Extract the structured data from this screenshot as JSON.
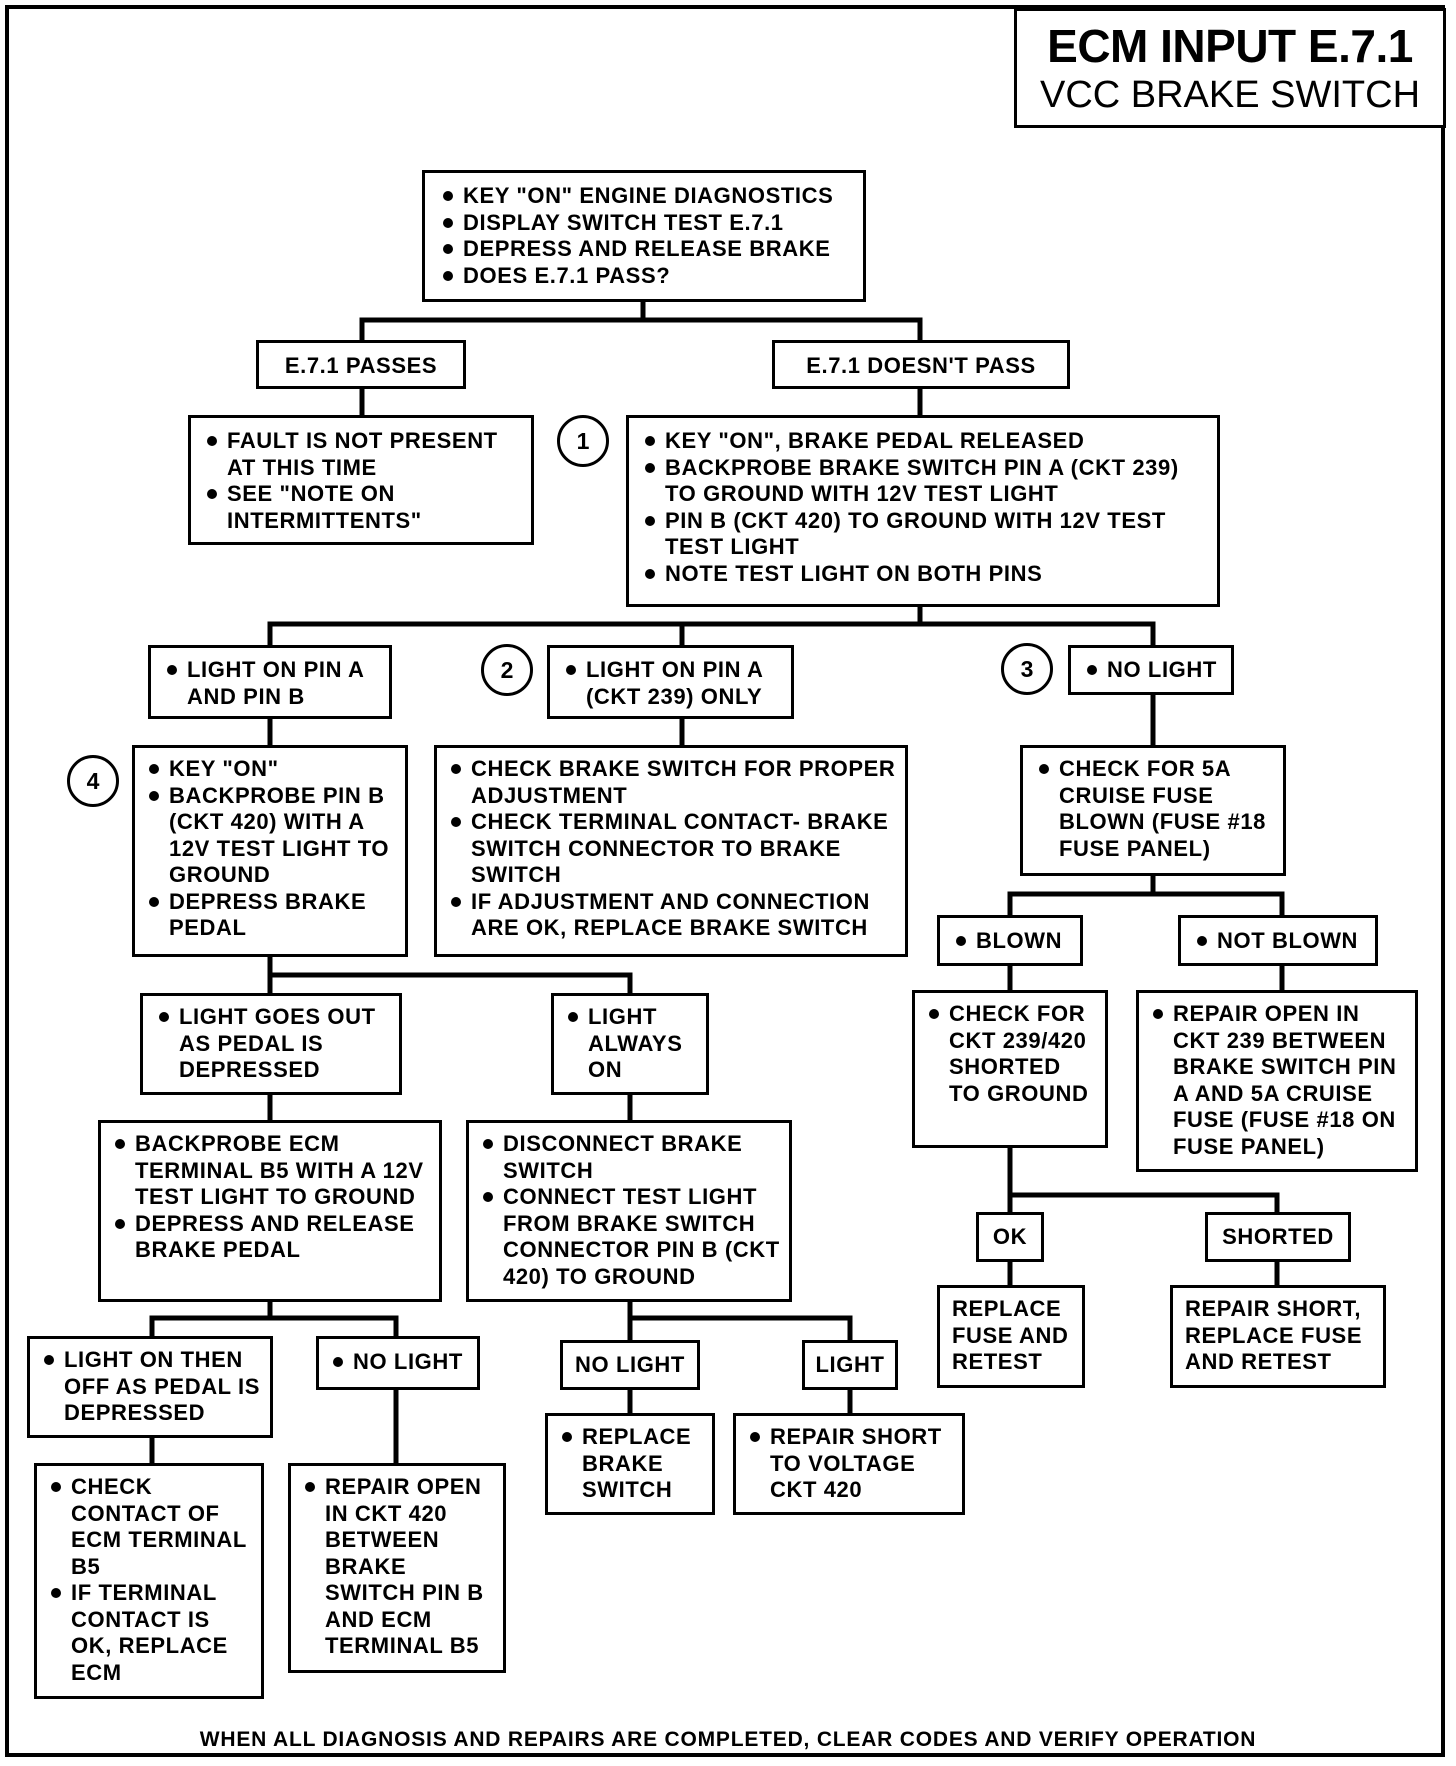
{
  "title": {
    "main": "ECM INPUT E.7.1",
    "sub": "VCC BRAKE SWITCH"
  },
  "footer": "WHEN ALL DIAGNOSIS AND REPAIRS ARE COMPLETED, CLEAR CODES AND VERIFY OPERATION",
  "steps": {
    "s1": "1",
    "s2": "2",
    "s3": "3",
    "s4": "4"
  },
  "nodes": {
    "start": [
      "KEY \"ON\" ENGINE DIAGNOSTICS",
      "DISPLAY SWITCH TEST E.7.1",
      "DEPRESS AND RELEASE BRAKE",
      "DOES E.7.1 PASS?"
    ],
    "passes": "E.7.1 PASSES",
    "doesnt_pass": "E.7.1 DOESN'T PASS",
    "fault": [
      "FAULT IS NOT PRESENT AT THIS TIME",
      "SEE \"NOTE ON INTERMITTENTS\""
    ],
    "step1": [
      "KEY \"ON\", BRAKE PEDAL RELEASED",
      "BACKPROBE BRAKE SWITCH PIN A (CKT 239) TO GROUND WITH 12V TEST LIGHT",
      "PIN B (CKT 420) TO GROUND WITH 12V TEST TEST LIGHT",
      "NOTE TEST LIGHT ON BOTH PINS"
    ],
    "light_ab": [
      "LIGHT ON PIN A AND PIN B"
    ],
    "light_a_only": [
      "LIGHT ON PIN A (CKT 239) ONLY"
    ],
    "no_light_main": [
      "NO LIGHT"
    ],
    "step4": [
      "KEY \"ON\"",
      "BACKPROBE PIN B (CKT 420) WITH A 12V TEST LIGHT TO GROUND",
      "DEPRESS BRAKE PEDAL"
    ],
    "check_adjust": [
      "CHECK BRAKE SWITCH FOR PROPER ADJUSTMENT",
      "CHECK TERMINAL CONTACT- BRAKE SWITCH CONNECTOR TO BRAKE SWITCH",
      "IF ADJUSTMENT AND CONNECTION ARE OK, REPLACE BRAKE SWITCH"
    ],
    "check_fuse": [
      "CHECK FOR 5A CRUISE FUSE BLOWN (FUSE #18 FUSE PANEL)"
    ],
    "blown": [
      "BLOWN"
    ],
    "not_blown": [
      "NOT BLOWN"
    ],
    "check_ckt": [
      "CHECK FOR CKT 239/420 SHORTED TO GROUND"
    ],
    "repair_open_239": [
      "REPAIR OPEN IN CKT 239 BETWEEN BRAKE SWITCH PIN A AND 5A CRUISE FUSE (FUSE #18 ON FUSE PANEL)"
    ],
    "ok": "OK",
    "shorted": "SHORTED",
    "replace_fuse": "REPLACE FUSE AND RETEST",
    "repair_short_fuse": "REPAIR SHORT, REPLACE FUSE AND RETEST",
    "light_out": [
      "LIGHT GOES OUT AS PEDAL IS DEPRESSED"
    ],
    "light_always": [
      "LIGHT ALWAYS ON"
    ],
    "backprobe_ecm": [
      "BACKPROBE ECM TERMINAL B5 WITH A 12V TEST LIGHT TO GROUND",
      "DEPRESS AND RELEASE BRAKE PEDAL"
    ],
    "disconnect": [
      "DISCONNECT BRAKE SWITCH",
      "CONNECT TEST LIGHT FROM BRAKE SWITCH CONNECTOR PIN B (CKT 420) TO GROUND"
    ],
    "light_on_off": [
      "LIGHT ON THEN OFF AS PEDAL IS DEPRESSED"
    ],
    "no_light_b5": [
      "NO LIGHT"
    ],
    "no_light_sw": "NO LIGHT",
    "light_sw": "LIGHT",
    "check_contact": [
      "CHECK CONTACT OF ECM TERMINAL B5",
      "IF TERMINAL CONTACT IS OK, REPLACE ECM"
    ],
    "repair_open_420": [
      "REPAIR OPEN IN CKT 420 BETWEEN BRAKE SWITCH PIN B AND ECM TERMINAL B5"
    ],
    "replace_switch": [
      "REPLACE BRAKE SWITCH"
    ],
    "repair_short_voltage": [
      "REPAIR SHORT TO VOLTAGE CKT 420"
    ]
  }
}
